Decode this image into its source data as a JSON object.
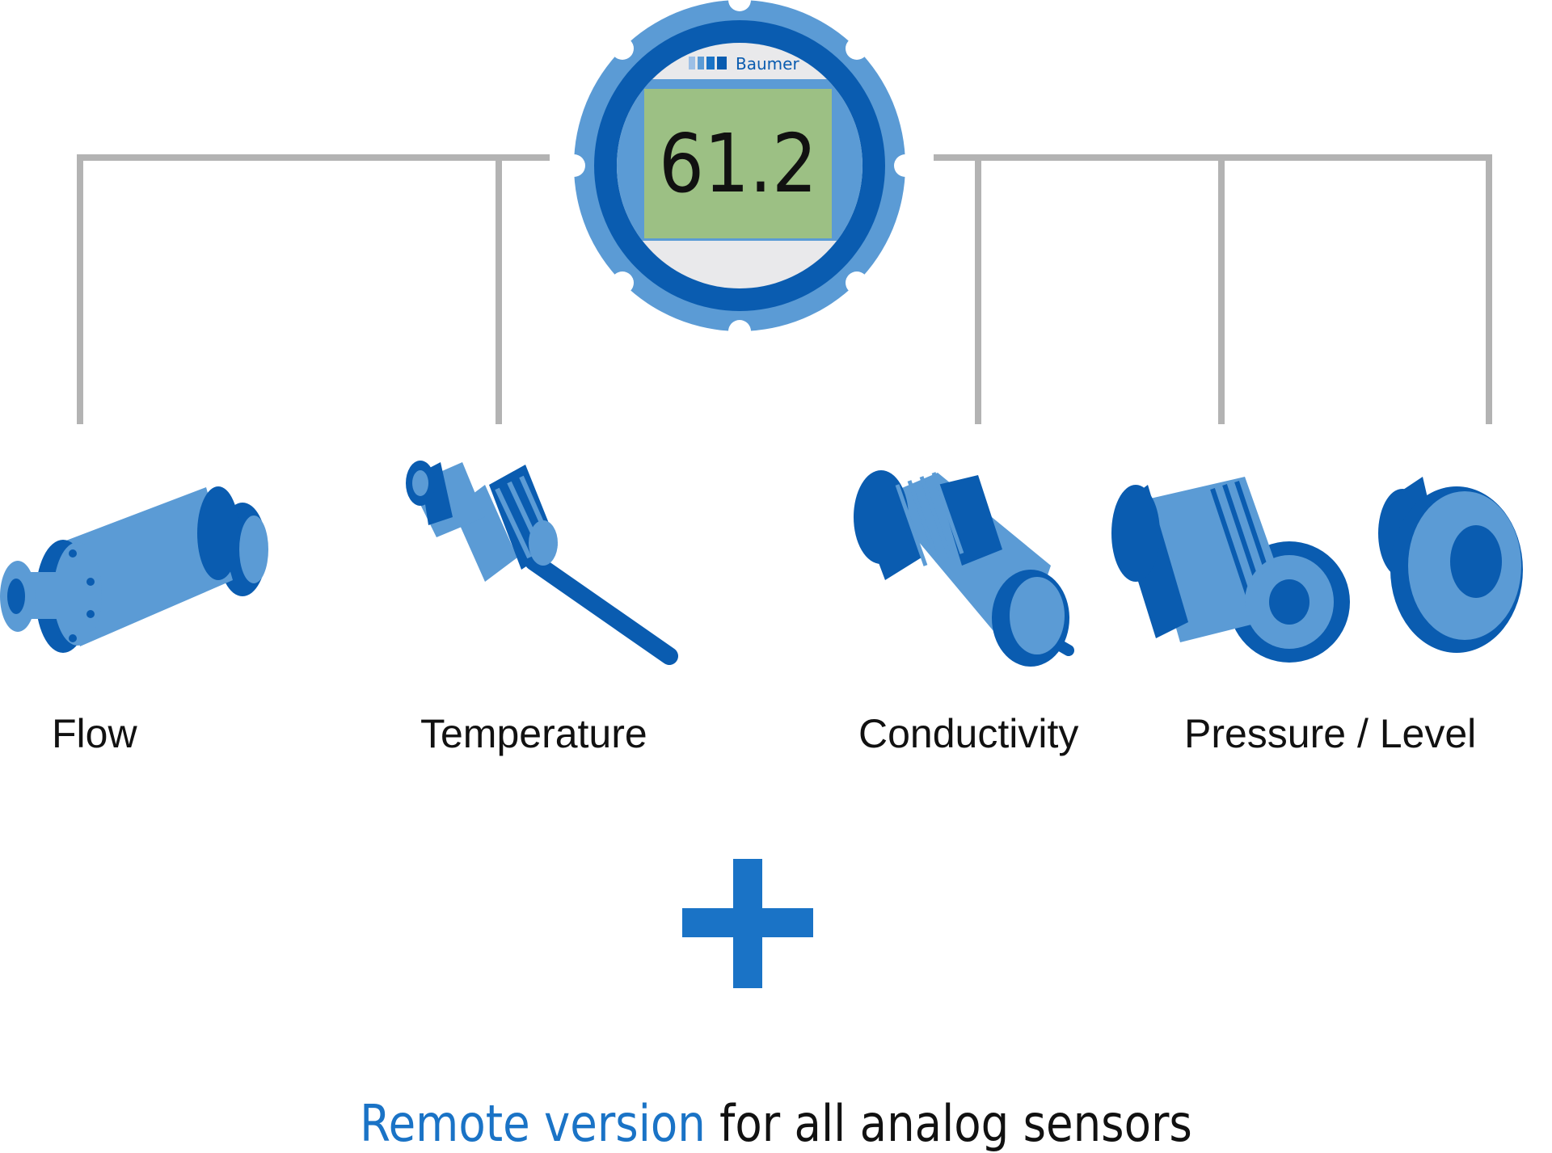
{
  "display": {
    "brand": "Baumer",
    "reading": "61.2"
  },
  "sensors": [
    {
      "label": "Flow",
      "icon": "flow-sensor-icon"
    },
    {
      "label": "Temperature",
      "icon": "temperature-sensor-icon"
    },
    {
      "label": "Conductivity",
      "icon": "conductivity-sensor-icon"
    },
    {
      "label": "Pressure / Level",
      "icon": "pressure-level-sensor-icon"
    }
  ],
  "caption": {
    "highlight": "Remote version",
    "rest": " for all analog sensors"
  },
  "colors": {
    "dark_blue": "#0a5cb0",
    "mid_blue": "#5b9bd5",
    "light_blue": "#7fb3e0",
    "lcd_green": "#9cc084",
    "line_gray": "#b3b3b3",
    "accent_blue": "#1a73c6"
  }
}
